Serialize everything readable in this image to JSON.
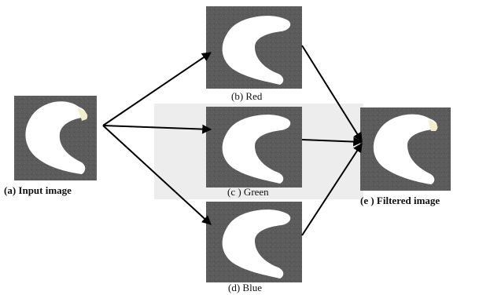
{
  "labels": {
    "input": "(a) Input image",
    "red": "(b) Red",
    "green": "(c ) Green",
    "blue": "(d) Blue",
    "filtered": "(e ) Filtered image"
  },
  "colors": {
    "background": "#ffffff",
    "panel": "#ededed",
    "tile_bg": "#5a5a5a",
    "specimen": "#ffffff",
    "specimen_tint_input": "#f4f1da",
    "arrow": "#000000"
  },
  "nodes": [
    {
      "name": "input-image",
      "label_key": "input",
      "to": [
        "red-channel-image",
        "green-channel-image",
        "blue-channel-image"
      ]
    },
    {
      "name": "red-channel-image",
      "label_key": "red",
      "to": [
        "filtered-image"
      ]
    },
    {
      "name": "green-channel-image",
      "label_key": "green",
      "to": [
        "filtered-image"
      ]
    },
    {
      "name": "blue-channel-image",
      "label_key": "blue",
      "to": [
        "filtered-image"
      ]
    },
    {
      "name": "filtered-image",
      "label_key": "filtered",
      "to": []
    }
  ]
}
